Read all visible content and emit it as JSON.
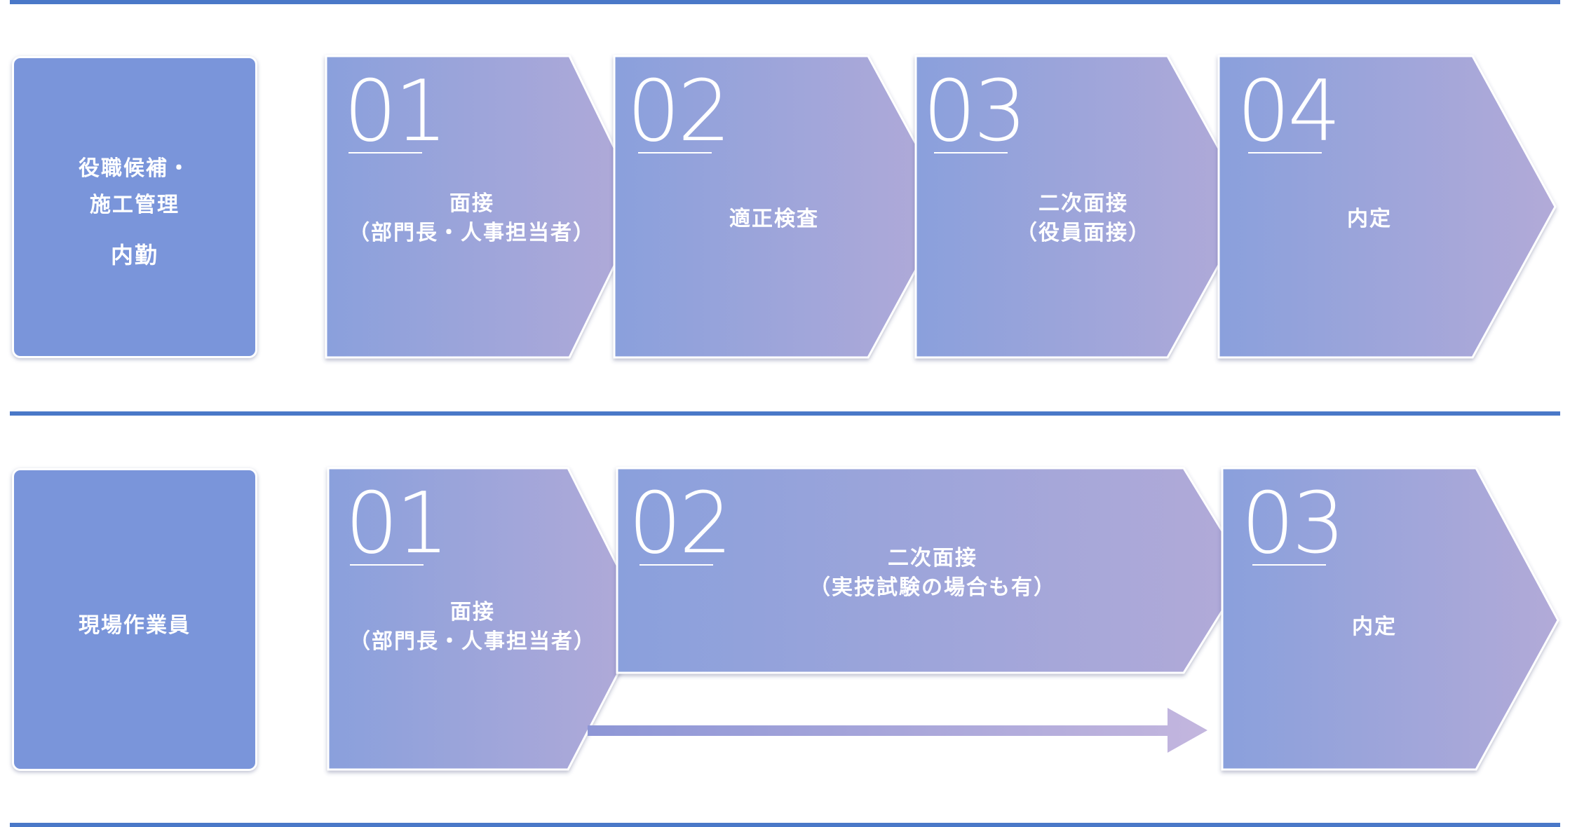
{
  "colors": {
    "rule": "#4a78c8",
    "box": "#7a95da",
    "grad_start": "#8aa0dc",
    "grad_end": "#b2aad8",
    "arrow_start": "#8d96d6",
    "arrow_end": "#c3b6de"
  },
  "row1": {
    "label_line1": "役職候補・",
    "label_line2": "施工管理",
    "label_line3": "内勤",
    "steps": [
      {
        "num": "01",
        "line1": "面接",
        "line2": "（部門長・人事担当者）"
      },
      {
        "num": "02",
        "line1": "適正検査",
        "line2": ""
      },
      {
        "num": "03",
        "line1": "二次面接",
        "line2": "（役員面接）"
      },
      {
        "num": "04",
        "line1": "内定",
        "line2": ""
      }
    ]
  },
  "row2": {
    "label": "現場作業員",
    "steps": [
      {
        "num": "01",
        "line1": "面接",
        "line2": "（部門長・人事担当者）"
      },
      {
        "num": "02",
        "line1": "二次面接",
        "line2": "（実技試験の場合も有）"
      },
      {
        "num": "03",
        "line1": "内定",
        "line2": ""
      }
    ]
  }
}
